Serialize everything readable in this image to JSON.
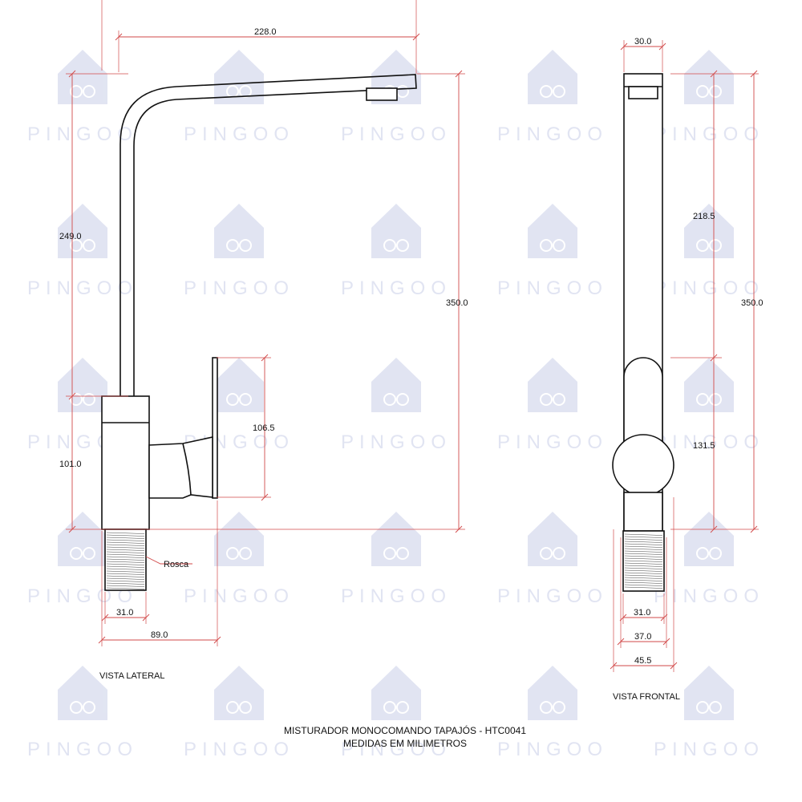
{
  "watermark": {
    "brand": "PINGOO",
    "icon": "house-infinity-icon",
    "color": "#c9cfe8"
  },
  "title": {
    "line1": "MISTURADOR MONOCOMANDO TAPAJÓS - HTC0041",
    "line2": "MEDIDAS EM MILIMETROS"
  },
  "views": {
    "lateral": {
      "caption": "VISTA LATERAL",
      "thread_label": "Rosca",
      "dims": {
        "spout_reach": "228.0",
        "spout_height": "249.0",
        "total_height": "350.0",
        "lever_height": "106.5",
        "body_height": "101.0",
        "thread_width": "31.0",
        "base_depth": "89.0"
      }
    },
    "frontal": {
      "caption": "VISTA FRONTAL",
      "dims": {
        "spout_width": "30.0",
        "upper_height": "218.5",
        "total_height": "350.0",
        "lower_height": "131.5",
        "thread_width": "31.0",
        "thread_outer": "37.0",
        "body_width": "45.5"
      }
    }
  },
  "colors": {
    "dimension_lines": "#d24a4a",
    "object_lines": "#111111"
  }
}
